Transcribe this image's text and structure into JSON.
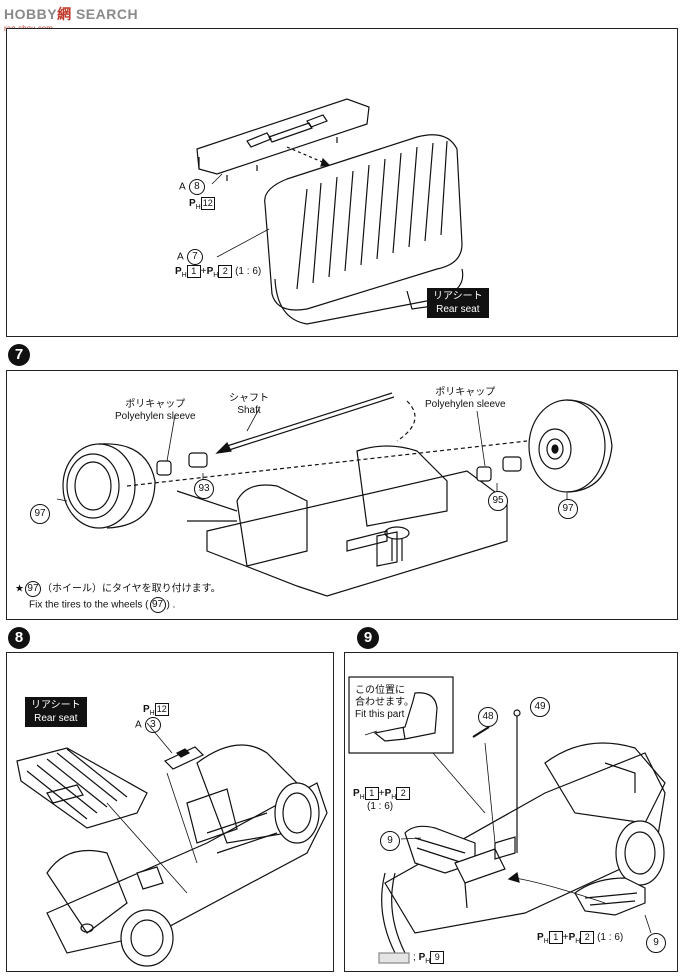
{
  "watermark": {
    "brand_a": "HOBBY",
    "brand_b": "SEARCH",
    "brand_c": "網",
    "url": "rao-shou.com"
  },
  "panel_top": {
    "part_a8": "A",
    "num8": "8",
    "ph12_letter": "P",
    "ph12_sub": "H",
    "ph12_num": "12",
    "part_a7": "A",
    "num7": "7",
    "ph1_num": "1",
    "plus": "+",
    "ph2_num": "2",
    "ratio": "(1 : 6)",
    "tag_jp": "リアシート",
    "tag_en": "Rear seat"
  },
  "step7": {
    "step": "7",
    "shaft_jp": "シャフト",
    "shaft_en": "Shaft",
    "cap_jp_left": "ポリキャップ",
    "cap_en_left": "Polyehylen sleeve",
    "cap_jp_right": "ポリキャップ",
    "cap_en_right": "Polyehylen sleeve",
    "n97_left": "97",
    "n93": "93",
    "n95": "95",
    "n97_right": "97",
    "note_star": "★",
    "note_num": "97",
    "note_jp": "（ホイール）にタイヤを取り付けます。",
    "note_en_pre": "Fix the tires to the wheels (",
    "note_en_num": "97",
    "note_en_post": ") ."
  },
  "step8": {
    "step": "8",
    "tag_jp": "リアシート",
    "tag_en": "Rear seat",
    "ph_letter": "P",
    "ph_sub": "H",
    "ph_num": "12",
    "part_a": "A",
    "num3": "3"
  },
  "step9": {
    "step": "9",
    "inset_jp1": "この位置に",
    "inset_jp2": "合わせます。",
    "inset_en": "Fit this part",
    "n48": "48",
    "n49": "49",
    "n9_left": "9",
    "n9_right": "9",
    "ph1_num": "1",
    "plus": "+",
    "ph2_num": "2",
    "ratio": "(1 : 6)",
    "legend_sep": ";",
    "legend_ph": "P",
    "legend_sub": "H",
    "legend_num": "9"
  }
}
